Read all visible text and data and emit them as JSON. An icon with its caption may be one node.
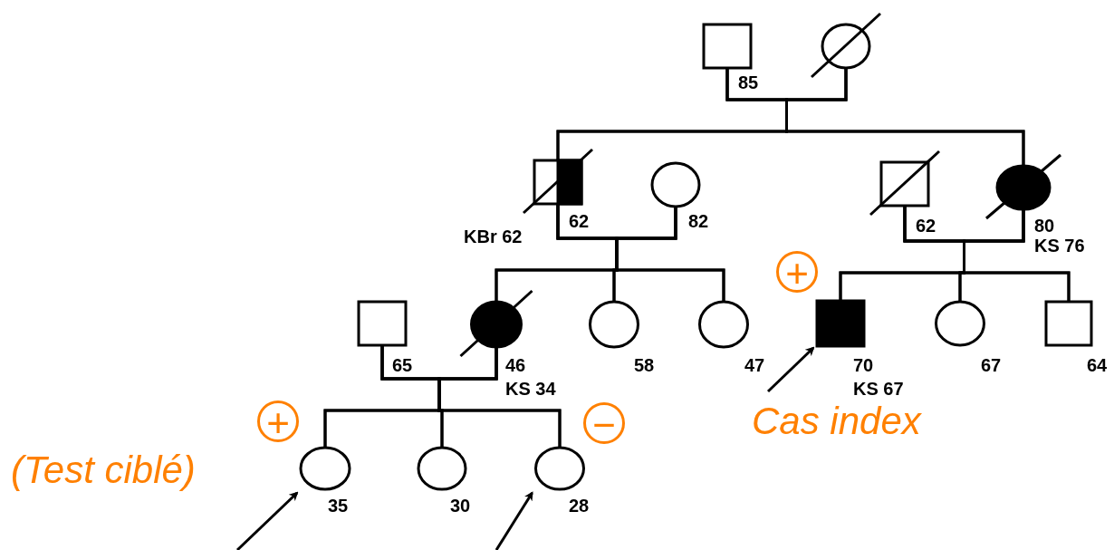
{
  "diagram": {
    "nodes": [
      {
        "text": [],
        "shape": "box",
        "beside": [
          "85"
        ]
      },
      {
        "text": [],
        "shape": "circle"
      },
      {
        "text": [],
        "shape": "box",
        "beside": [
          "62",
          "KBr 62"
        ]
      },
      {
        "text": [],
        "shape": "circle",
        "beside": [
          "82"
        ]
      },
      {
        "text": [],
        "shape": "box",
        "beside": [
          "62"
        ]
      },
      {
        "text": [],
        "shape": "circle",
        "beside": [
          "80",
          "KS 76"
        ]
      },
      {
        "text": [],
        "shape": "box",
        "beside": [
          "65"
        ]
      },
      {
        "text": [],
        "shape": "circle",
        "beside": [
          "46",
          "KS 34"
        ]
      },
      {
        "text": [],
        "shape": "circle",
        "beside": [
          "58"
        ]
      },
      {
        "text": [],
        "shape": "circle",
        "beside": [
          "47"
        ]
      },
      {
        "text": [],
        "shape": "box",
        "beside": [
          "70",
          "KS 67"
        ]
      },
      {
        "text": [],
        "shape": "circle",
        "beside": [
          "67"
        ]
      },
      {
        "text": [],
        "shape": "box",
        "beside": [
          "64"
        ]
      },
      {
        "text": [],
        "shape": "circle",
        "beside": [
          "35"
        ]
      },
      {
        "text": [],
        "shape": "circle",
        "beside": [
          "30"
        ]
      },
      {
        "text": [],
        "shape": "circle",
        "beside": [
          "28"
        ]
      },
      {
        "text": [
          "Cas index"
        ]
      }
    ],
    "edges": [
      {
        "from": 0,
        "to": 1,
        "arrow": "none"
      },
      {
        "from": 0,
        "to": 2,
        "arrow": "none"
      },
      {
        "from": 1,
        "to": 2,
        "arrow": "none"
      },
      {
        "from": 0,
        "to": 5,
        "arrow": "none"
      },
      {
        "from": 1,
        "to": 5,
        "arrow": "none"
      },
      {
        "from": 2,
        "to": 3,
        "arrow": "none"
      },
      {
        "from": 2,
        "to": 7,
        "arrow": "none"
      },
      {
        "from": 3,
        "to": 7,
        "arrow": "none"
      },
      {
        "from": 2,
        "to": 8,
        "arrow": "none"
      },
      {
        "from": 3,
        "to": 8,
        "arrow": "none"
      },
      {
        "from": 2,
        "to": 9,
        "arrow": "none"
      },
      {
        "from": 3,
        "to": 9,
        "arrow": "none"
      },
      {
        "from": 4,
        "to": 5,
        "arrow": "none"
      },
      {
        "from": 4,
        "to": 10,
        "arrow": "none"
      },
      {
        "from": 5,
        "to": 10,
        "arrow": "none"
      },
      {
        "from": 4,
        "to": 11,
        "arrow": "none"
      },
      {
        "from": 5,
        "to": 11,
        "arrow": "none"
      },
      {
        "from": 4,
        "to": 12,
        "arrow": "none"
      },
      {
        "from": 5,
        "to": 12,
        "arrow": "none"
      },
      {
        "from": 6,
        "to": 7,
        "arrow": "none"
      },
      {
        "from": 6,
        "to": 13,
        "arrow": "none"
      },
      {
        "from": 7,
        "to": 13,
        "arrow": "none"
      },
      {
        "from": 6,
        "to": 14,
        "arrow": "none"
      },
      {
        "from": 7,
        "to": 14,
        "arrow": "none"
      },
      {
        "from": 6,
        "to": 15,
        "arrow": "none"
      },
      {
        "from": 7,
        "to": 15,
        "arrow": "none"
      },
      {
        "from": 16,
        "to": 10,
        "arrow": "to"
      },
      {
        "from": null,
        "to": 13,
        "arrow": "to"
      },
      {
        "from": null,
        "to": 15,
        "arrow": "to"
      }
    ],
    "labels": [
      "+",
      "+",
      "−",
      "(Test ciblé)"
    ]
  }
}
